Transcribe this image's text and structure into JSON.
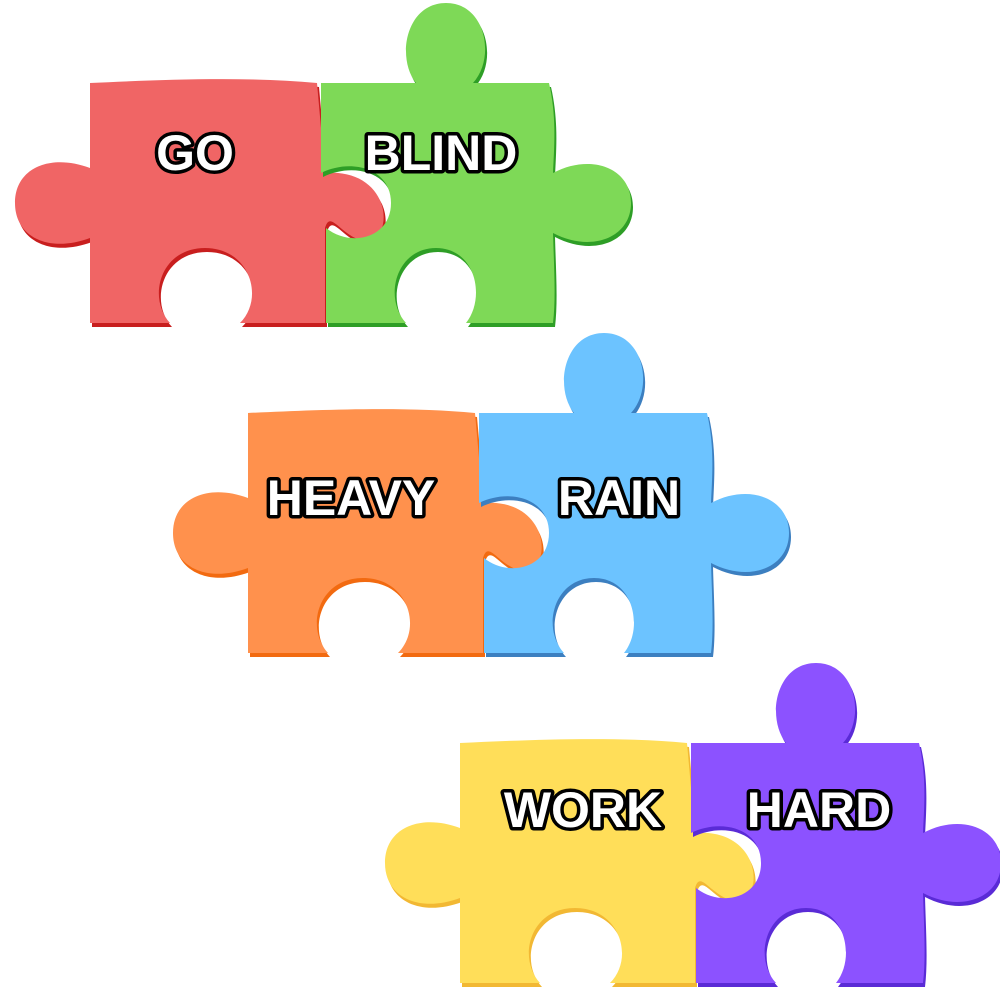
{
  "pairs": [
    {
      "left": {
        "word": "GO",
        "color": "#F06565",
        "edge": "#C81E1E"
      },
      "right": {
        "word": "BLIND",
        "color": "#7ED957",
        "edge": "#2E9E26"
      }
    },
    {
      "left": {
        "word": "HEAVY",
        "color": "#FF914D",
        "edge": "#F26A10"
      },
      "right": {
        "word": "RAIN",
        "color": "#6CC3FF",
        "edge": "#3C7FC0"
      }
    },
    {
      "left": {
        "word": "WORK",
        "color": "#FFDE59",
        "edge": "#F2B833"
      },
      "right": {
        "word": "HARD",
        "color": "#8C52FF",
        "edge": "#5A2BD6"
      }
    }
  ]
}
